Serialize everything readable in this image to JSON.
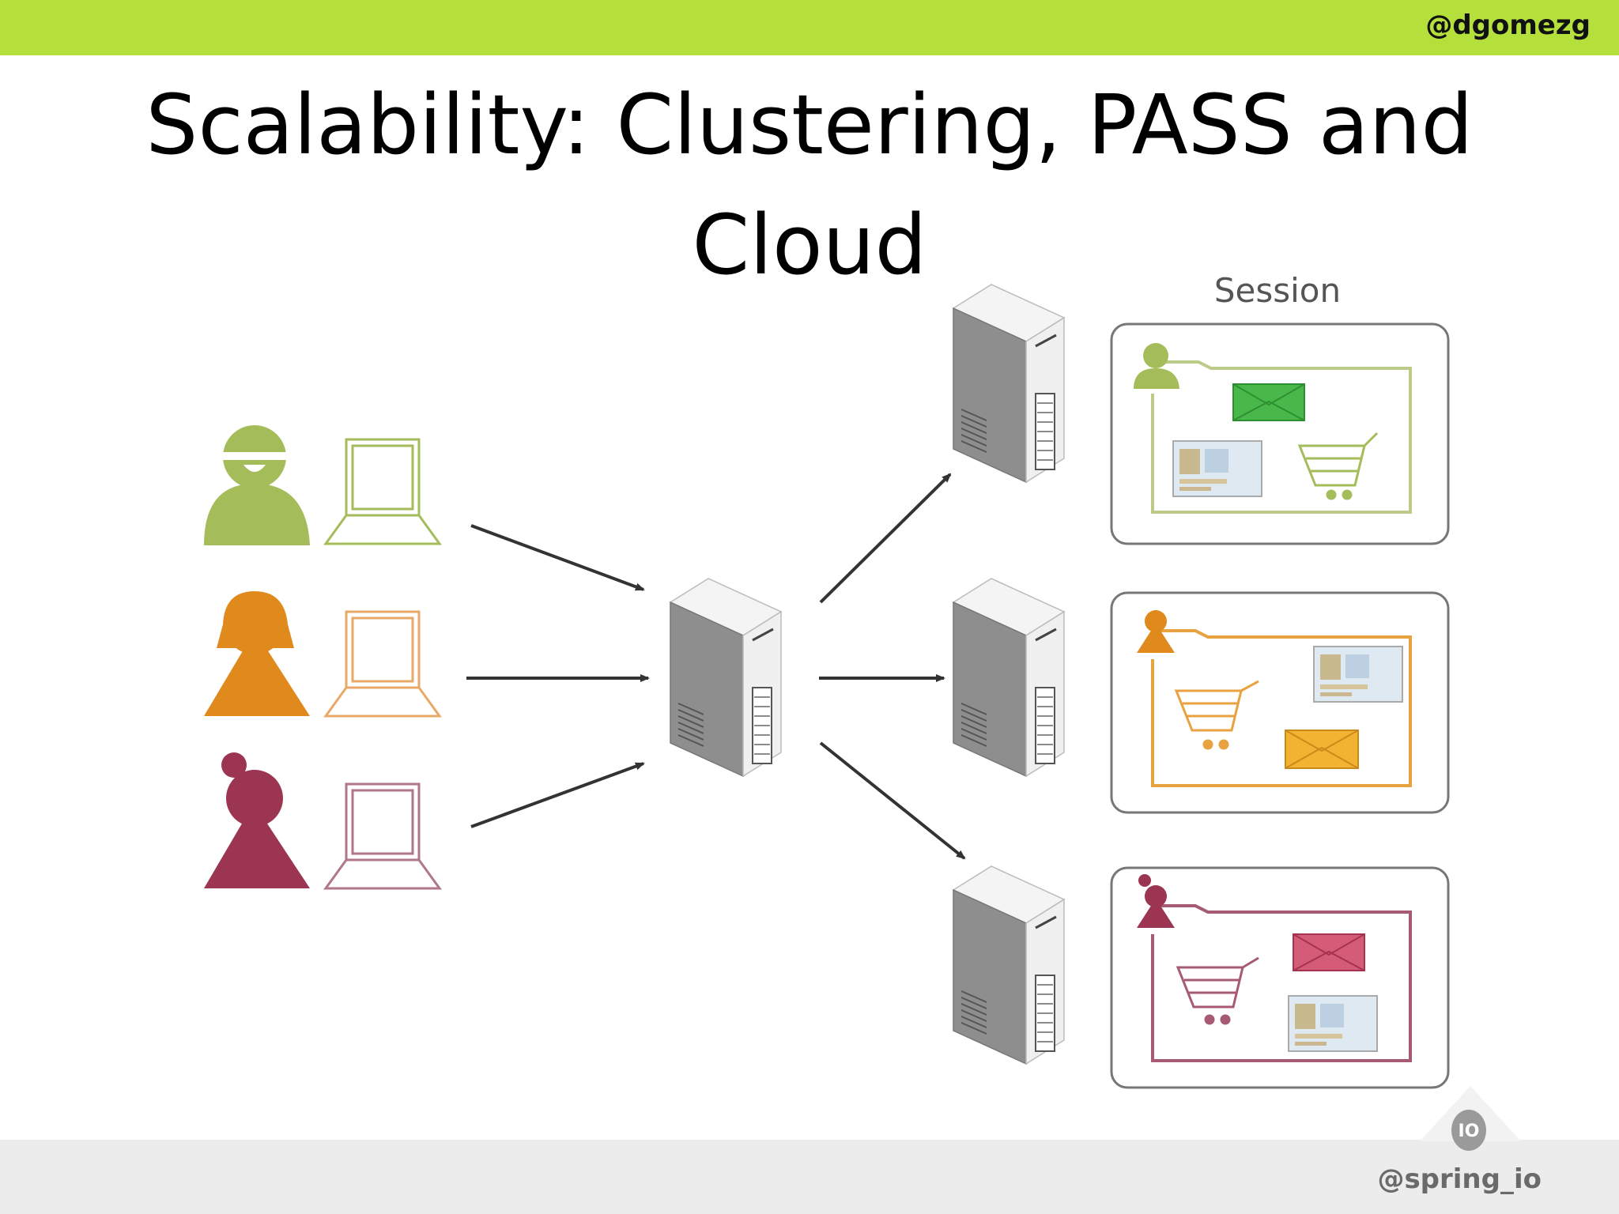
{
  "header": {
    "handle": "@dgomezg"
  },
  "title": {
    "line1": "Scalability: Clustering, PASS and",
    "line2": "Cloud"
  },
  "diagram": {
    "session_label": "Session",
    "users": [
      {
        "id": "user-1",
        "color": "#a4bd5a"
      },
      {
        "id": "user-2",
        "color": "#e08a1e"
      },
      {
        "id": "user-3",
        "color": "#9b3552"
      }
    ]
  },
  "footer": {
    "handle": "@spring_io",
    "logo_text": "IO"
  },
  "colors": {
    "accent": "#b5e03c",
    "server": "#8c8c8c",
    "arrow": "#333333"
  }
}
